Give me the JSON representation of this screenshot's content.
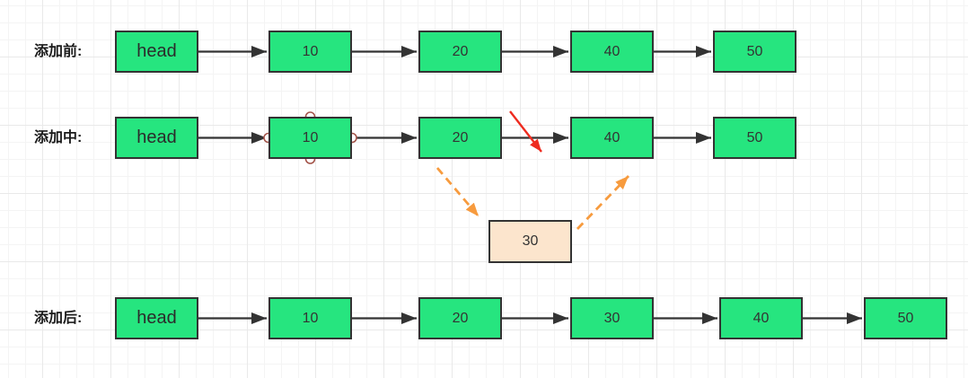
{
  "canvas": {
    "rows": [
      {
        "label": "添加前:",
        "nodes": [
          {
            "text": "head"
          },
          {
            "text": "10"
          },
          {
            "text": "20"
          },
          {
            "text": "40"
          },
          {
            "text": "50"
          }
        ]
      },
      {
        "label": "添加中:",
        "nodes": [
          {
            "text": "head"
          },
          {
            "text": "10"
          },
          {
            "text": "20"
          },
          {
            "text": "40"
          },
          {
            "text": "50"
          }
        ],
        "new_node": {
          "text": "30"
        }
      },
      {
        "label": "添加后:",
        "nodes": [
          {
            "text": "head"
          },
          {
            "text": "10"
          },
          {
            "text": "20"
          },
          {
            "text": "30"
          },
          {
            "text": "40"
          },
          {
            "text": "50"
          }
        ]
      }
    ],
    "colors": {
      "node_fill": "#26E57F",
      "new_node_fill": "#FCE5CD",
      "node_border": "#333333",
      "connector": "#333333",
      "delete_arrow": "#EE2B1F",
      "insert_arrow": "#F79B3E",
      "selection_handle_ring": "#A3544A"
    }
  }
}
